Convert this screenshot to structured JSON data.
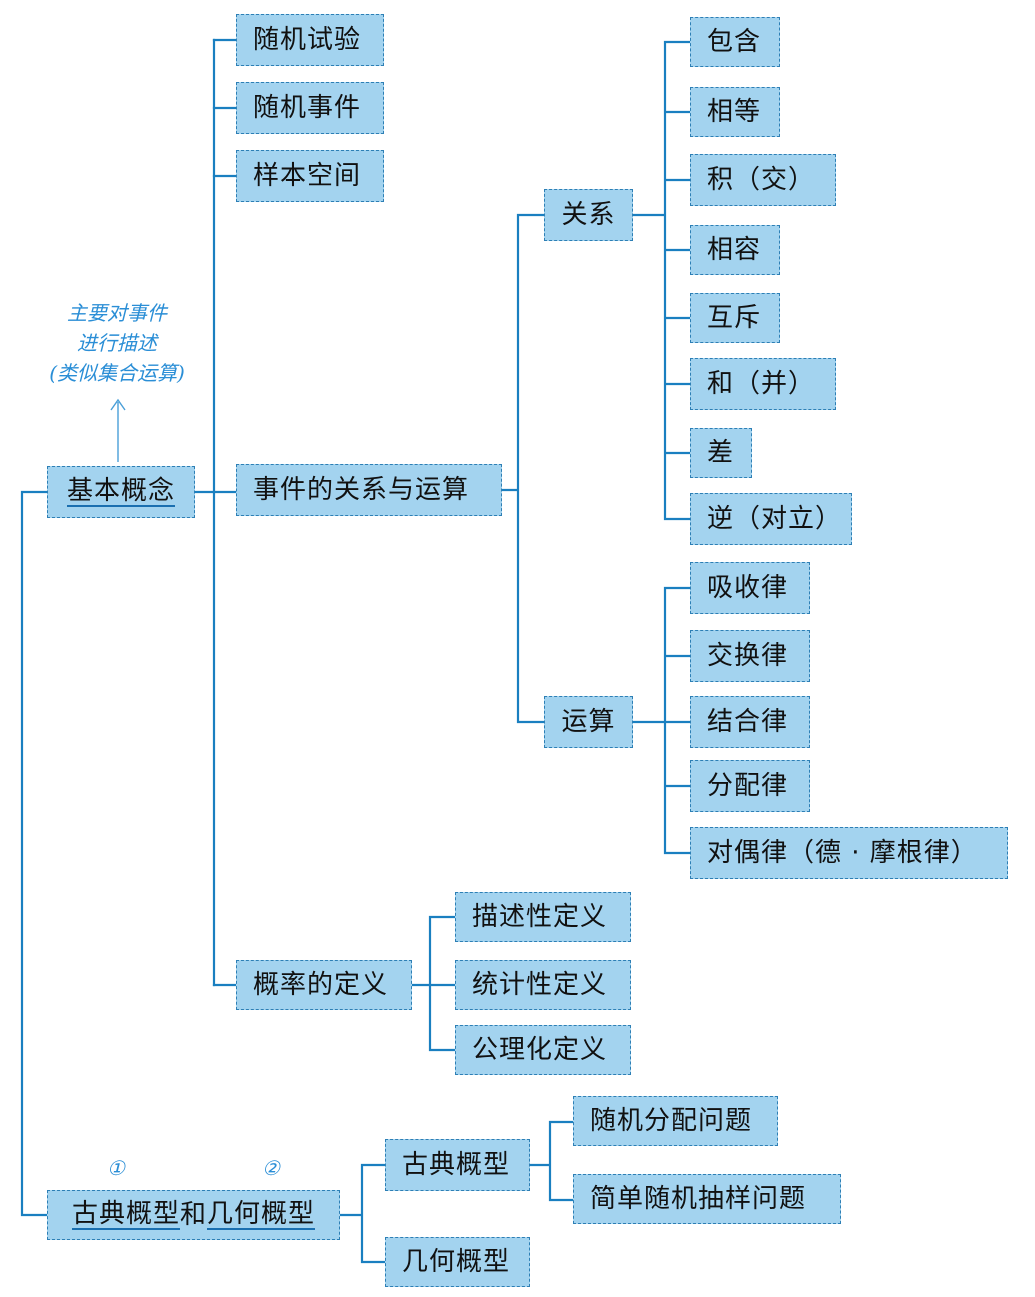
{
  "nodes": {
    "basic_concepts": "基本概念",
    "random_experiment": "随机试验",
    "random_event": "随机事件",
    "sample_space": "样本空间",
    "event_relations_operations": "事件的关系与运算",
    "relations": "关系",
    "inclusion": "包含",
    "equality": "相等",
    "product_intersection": "积（交）",
    "compatible": "相容",
    "mutually_exclusive": "互斥",
    "sum_union": "和（并）",
    "difference": "差",
    "complement_opposite": "逆（对立）",
    "operations": "运算",
    "absorption_law": "吸收律",
    "commutative_law": "交换律",
    "associative_law": "结合律",
    "distributive_law": "分配律",
    "duality_law": "对偶律（德 · 摩根律）",
    "probability_definition": "概率的定义",
    "descriptive_definition": "描述性定义",
    "statistical_definition": "统计性定义",
    "axiomatic_definition": "公理化定义",
    "models_part1": "古典概型",
    "models_part2": "和",
    "models_part3": "几何概型",
    "classical_model": "古典概型",
    "random_allocation": "随机分配问题",
    "simple_random_sampling": "简单随机抽样问题",
    "geometric_model": "几何概型"
  },
  "annotation": {
    "lines": [
      "主要对事件",
      "进行描述",
      "(类似集合运算)"
    ]
  },
  "marks": {
    "one": "①",
    "two": "②"
  },
  "colors": {
    "box_fill": "#a3d3ef",
    "box_border": "#2d7fb5",
    "connector": "#1a7fc0",
    "annotation": "#2a8ed6"
  }
}
